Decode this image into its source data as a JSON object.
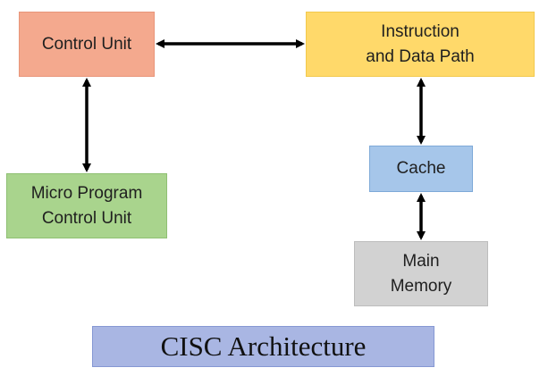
{
  "diagram": {
    "boxes": {
      "control_unit": {
        "label": "Control Unit",
        "color": "#f4a98e"
      },
      "instruction_path": {
        "line1": "Instruction",
        "line2": "and Data Path",
        "color": "#ffd96a"
      },
      "micro_program": {
        "line1": "Micro Program",
        "line2": "Control Unit",
        "color": "#a9d48d"
      },
      "cache": {
        "label": "Cache",
        "color": "#a6c6ea"
      },
      "main_memory": {
        "line1": "Main",
        "line2": "Memory",
        "color": "#d2d2d2"
      }
    },
    "title": "CISC Architecture",
    "title_color": "#a9b6e3",
    "connections": [
      {
        "from": "Control Unit",
        "to": "Instruction and Data Path",
        "type": "bidirectional"
      },
      {
        "from": "Control Unit",
        "to": "Micro Program Control Unit",
        "type": "bidirectional"
      },
      {
        "from": "Instruction and Data Path",
        "to": "Cache",
        "type": "bidirectional"
      },
      {
        "from": "Cache",
        "to": "Main Memory",
        "type": "bidirectional"
      }
    ]
  }
}
